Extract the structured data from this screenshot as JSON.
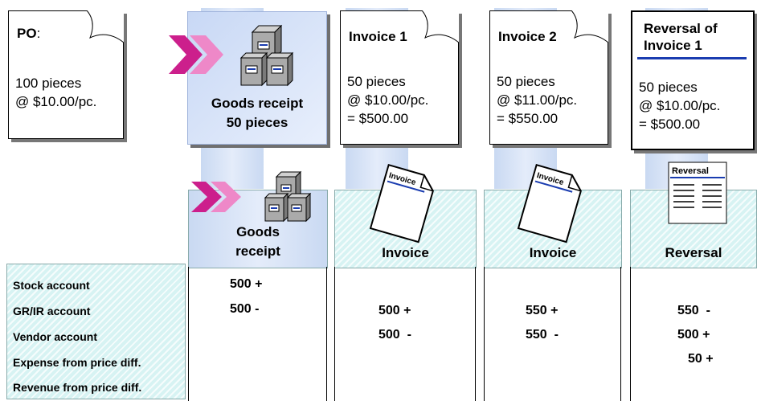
{
  "po": {
    "title": "PO",
    "colon": ":",
    "line1": "100 pieces",
    "line2": "@ $10.00/pc."
  },
  "goods_receipt_doc": {
    "line1": "Goods receipt",
    "line2": "50 pieces"
  },
  "invoice1": {
    "title": "Invoice 1",
    "line1": "50 pieces",
    "line2": "@ $10.00/pc.",
    "line3": "= $500.00"
  },
  "invoice2": {
    "title": "Invoice 2",
    "line1": "50 pieces",
    "line2": "@ $11.00/pc.",
    "line3": "= $550.00"
  },
  "reversal": {
    "title_line1": "Reversal of",
    "title_line2": "Invoice 1",
    "line1": "50 pieces",
    "line2": "@ $10.00/pc.",
    "line3": "= $500.00"
  },
  "columns": {
    "gr_line1": "Goods",
    "gr_line2": "receipt",
    "inv1": "Invoice",
    "inv2": "Invoice",
    "rev": "Reversal"
  },
  "icons": {
    "invoice_text": "Invoice",
    "reversal_text": "Reversal"
  },
  "accounts": [
    "Stock account",
    "GR/IR account",
    "Vendor account",
    "Expense from price diff.",
    "Revenue from price diff."
  ],
  "postings": {
    "gr": [
      "500 +",
      "500 -"
    ],
    "inv1": [
      "500 +",
      "500  -"
    ],
    "inv2": [
      "550 +",
      "550  -"
    ],
    "rev": [
      "550  -",
      "500 +",
      "50 +"
    ]
  },
  "colors": {
    "arrow": "#cc1f8c",
    "band": "#c9d9f2",
    "hatch": "#d7f3f3"
  }
}
